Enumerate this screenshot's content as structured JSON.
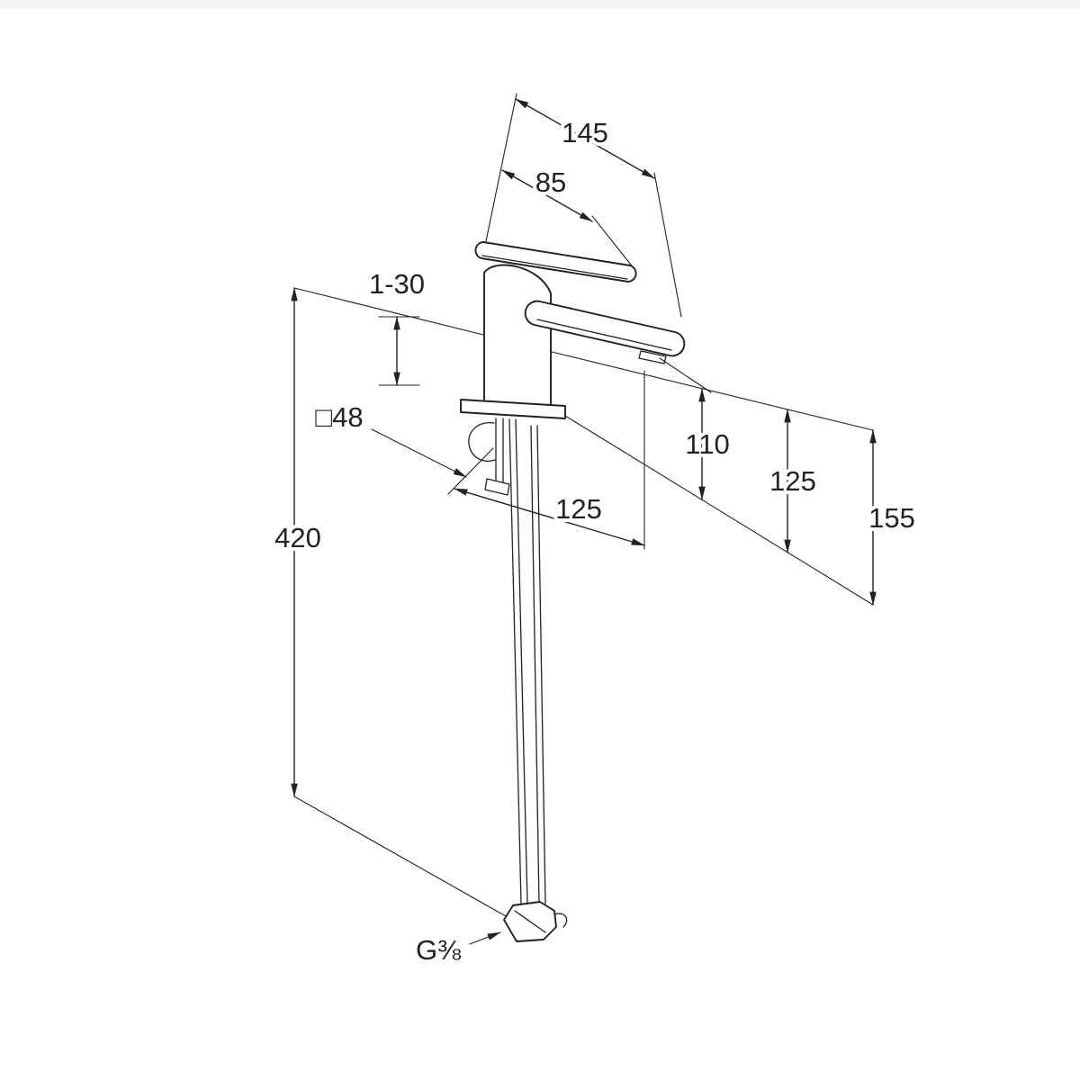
{
  "page": {
    "background": "#ffffff",
    "top_strip_color": "#f3f3f3",
    "line_color": "#222222"
  },
  "drawing": {
    "type": "technical-dimension-drawing",
    "subject": "tall single-lever basin mixer with supply hoses",
    "labels": {
      "dim_spout_total": "145",
      "dim_handle": "85",
      "dim_mount_thickness": "1-30",
      "dim_base_square": "□48",
      "dim_hose_length": "420",
      "dim_projection": "125",
      "dim_outlet_height": "110",
      "dim_mid_height": "125",
      "dim_total_height": "155",
      "thread_size": "G⅜"
    }
  }
}
